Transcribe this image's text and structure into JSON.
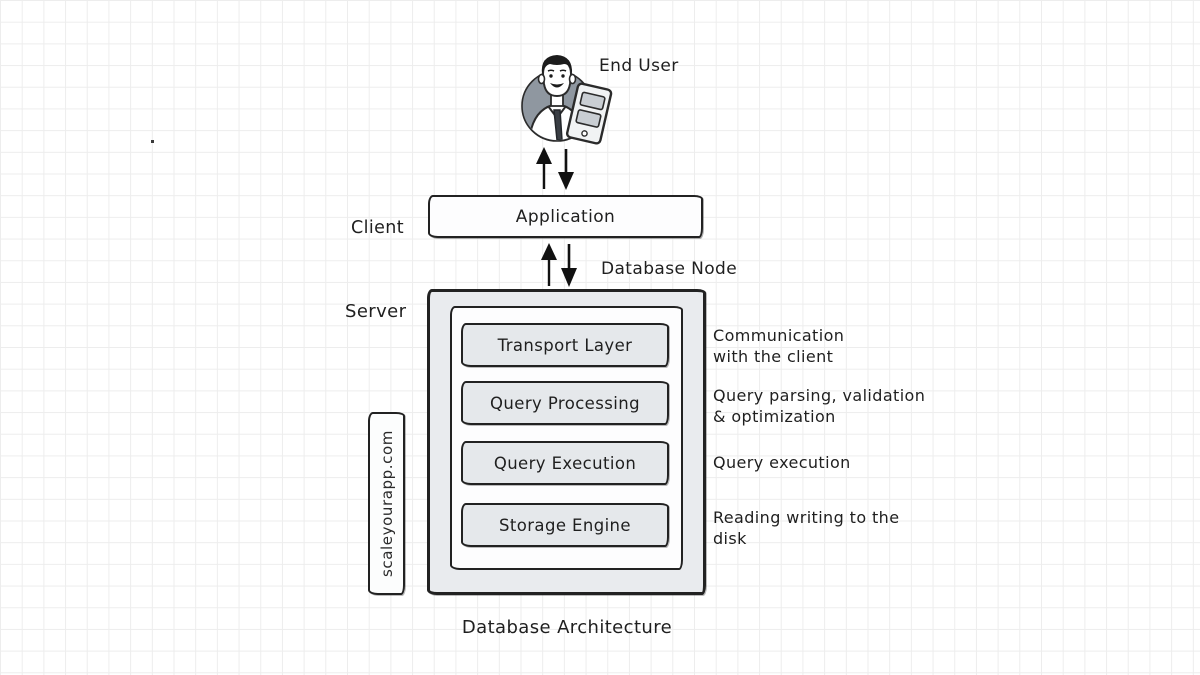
{
  "end_user": {
    "label": "End User"
  },
  "client": {
    "label": "Client",
    "application_label": "Application"
  },
  "server": {
    "label": "Server",
    "node_label": "Database Node"
  },
  "layers": [
    {
      "name": "Transport Layer",
      "annotation": "Communication\nwith the client"
    },
    {
      "name": "Query Processing",
      "annotation": "Query parsing, validation\n& optimization"
    },
    {
      "name": "Query Execution",
      "annotation": "Query execution"
    },
    {
      "name": "Storage Engine",
      "annotation": "Reading writing to the\ndisk"
    }
  ],
  "watermark": "scaleyourapp.com",
  "caption": "Database Architecture",
  "colors": {
    "ink": "#222222",
    "panel_fill": "#e9ebee",
    "layer_fill": "#e5e8eb",
    "box_fill": "#fdfdfe",
    "grid_line": "#ededed",
    "avatar_circle": "#8f97a0"
  }
}
